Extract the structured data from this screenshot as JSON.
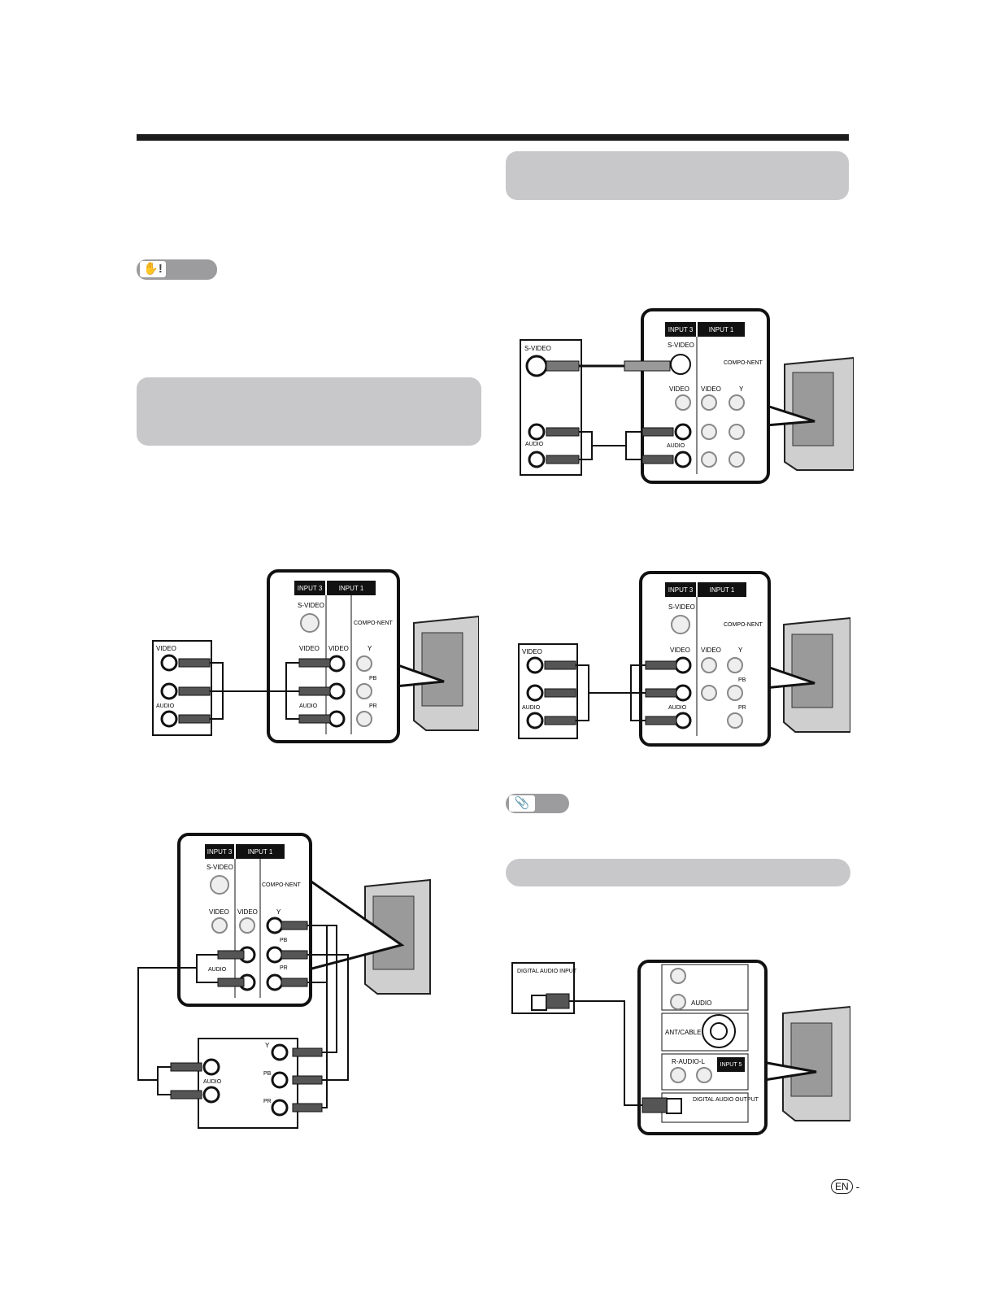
{
  "labels": {
    "input3": "INPUT 3",
    "input1": "INPUT 1",
    "input5": "INPUT 5",
    "svideo": "S-VIDEO",
    "video": "VIDEO",
    "component": "COMPO-NENT",
    "y": "Y",
    "pb": "PB",
    "pr": "PR",
    "l": "L",
    "r": "R",
    "audio": "AUDIO",
    "ant_cable": "ANT/CABLE",
    "r_audio_l": "R-AUDIO-L",
    "digital_audio_input": "DIGITAL AUDIO INPUT",
    "digital_audio_output": "DIGITAL AUDIO OUTPUT"
  },
  "footer": {
    "lang": "EN",
    "dash": "-"
  },
  "colors": {
    "rule": "#1c1c1c",
    "section_box": "#c8c8ca",
    "pill": "#9c9c9e"
  },
  "icons": {
    "caution": "caution-hand-icon",
    "note": "note-paperclip-icon"
  }
}
